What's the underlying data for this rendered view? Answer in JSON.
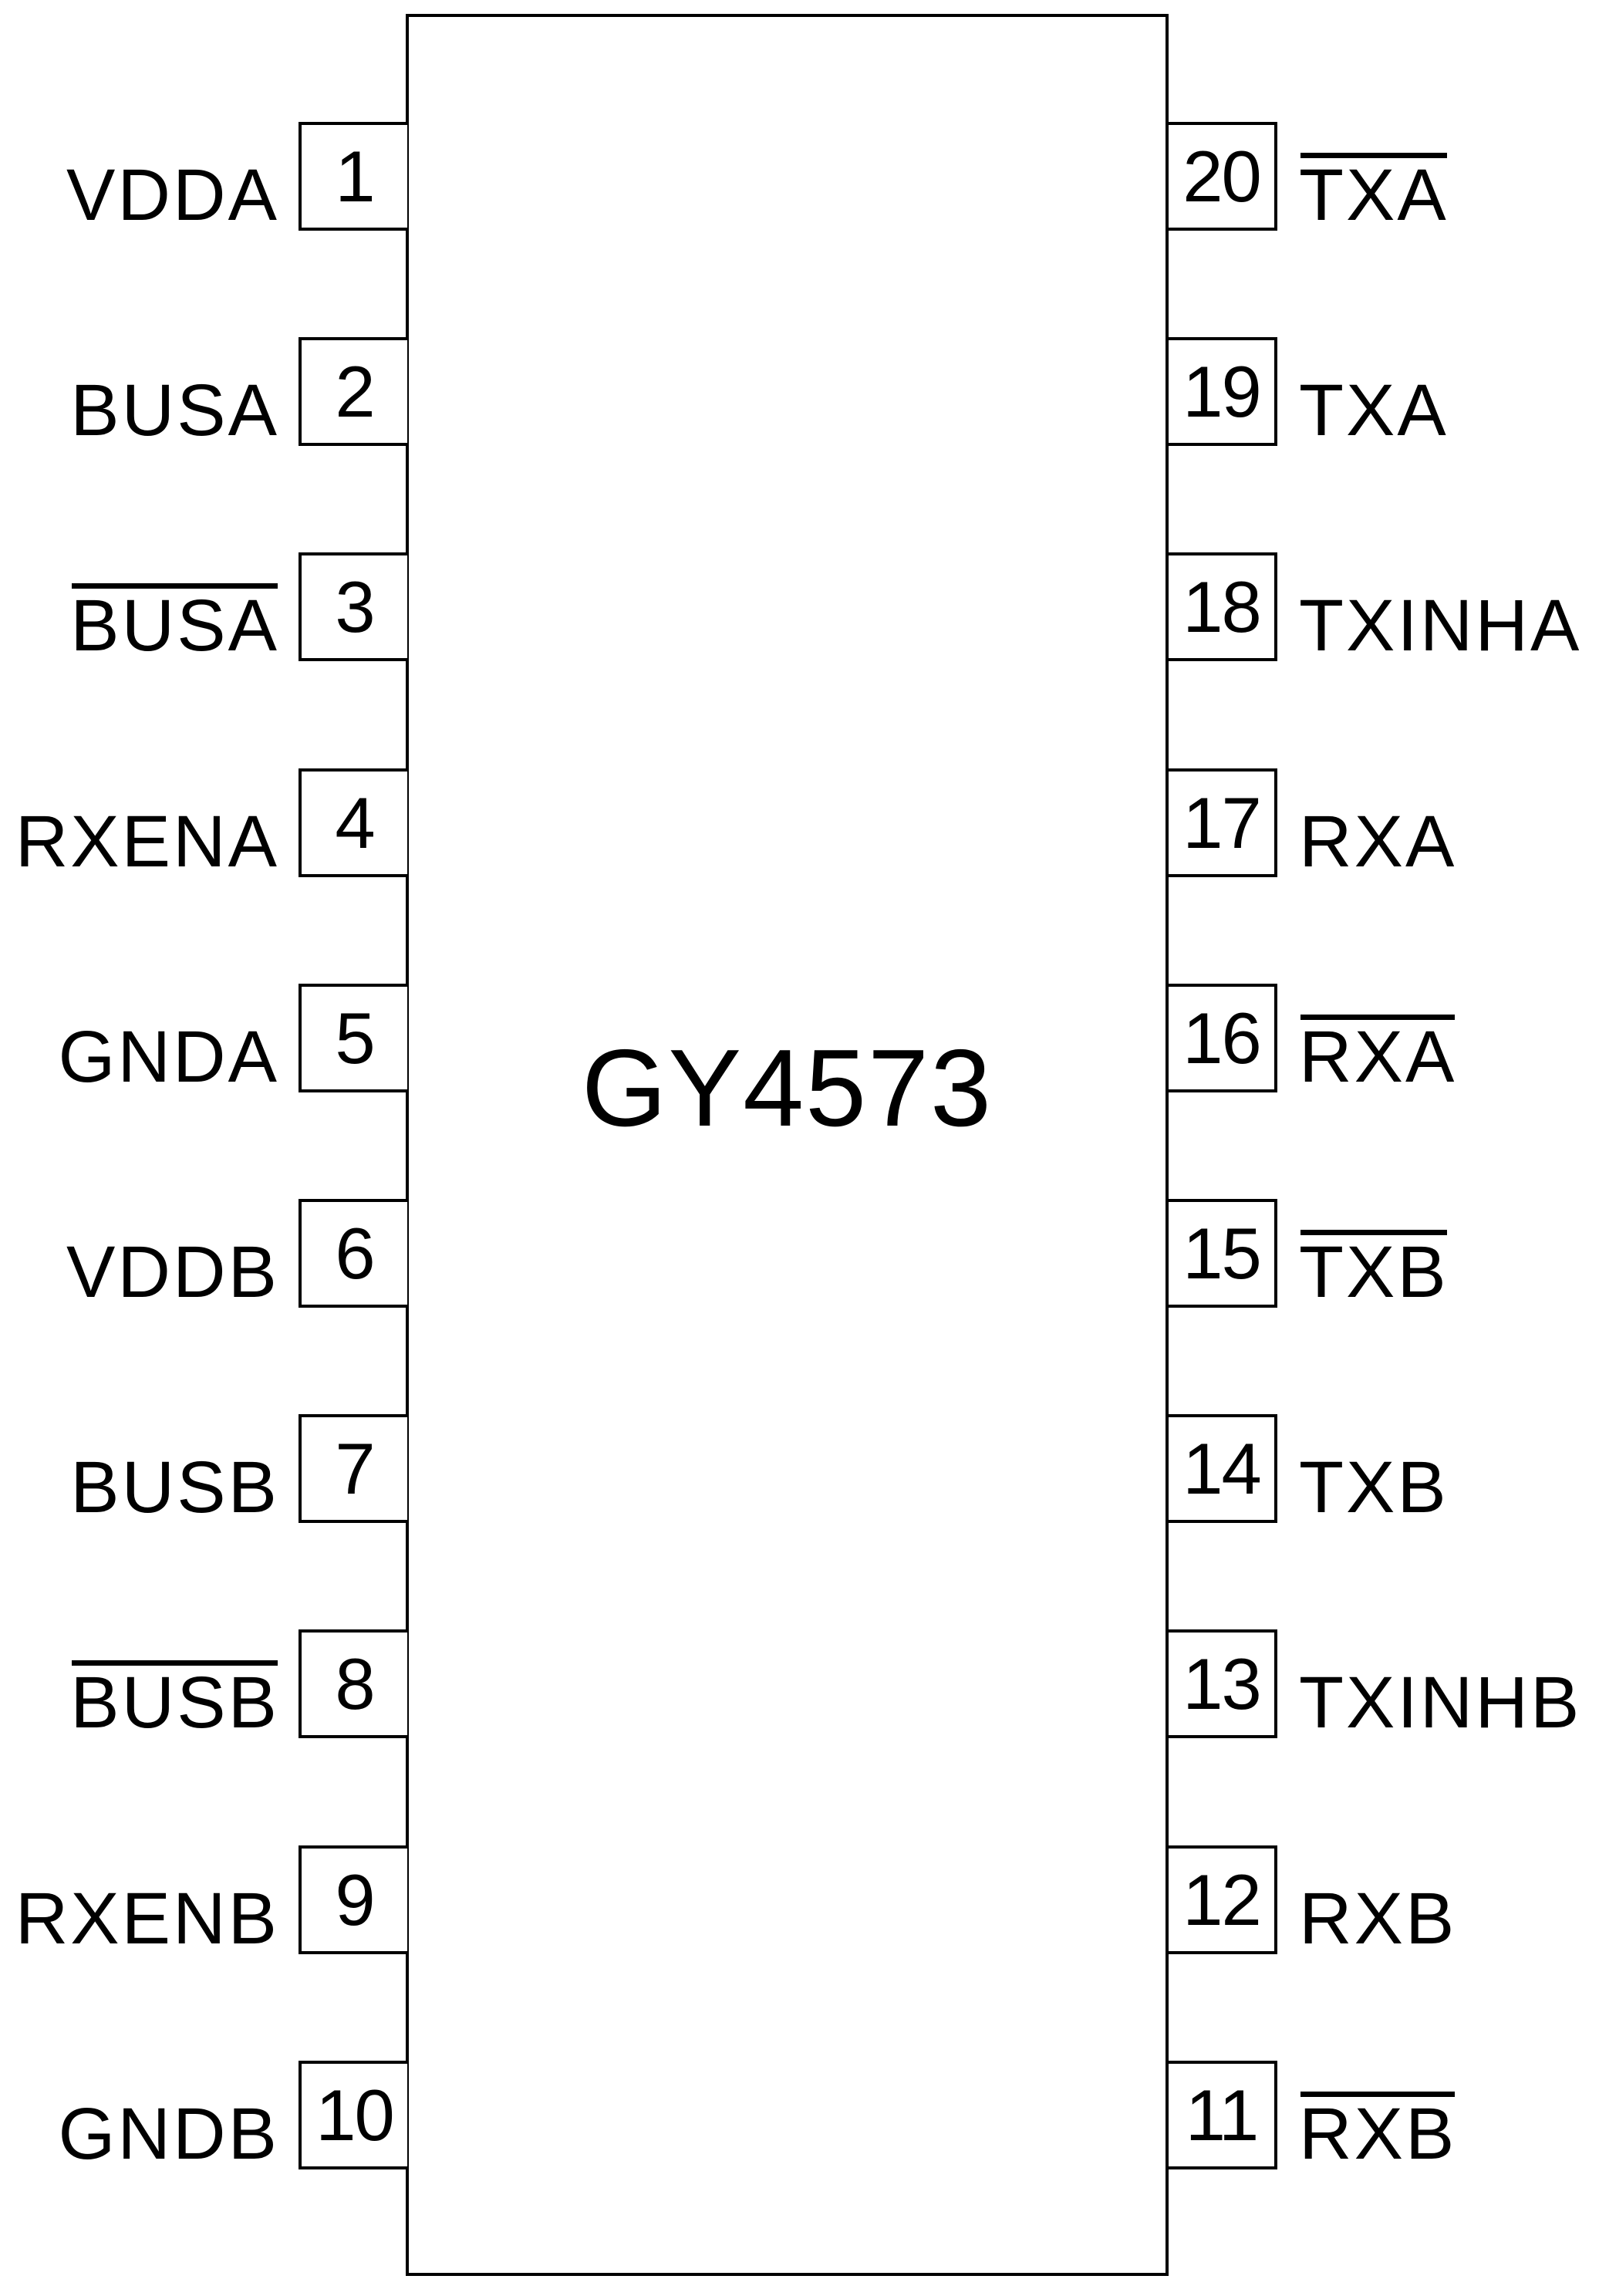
{
  "chip": {
    "name": "GY4573"
  },
  "colors": {
    "line": "#000000",
    "background": "#ffffff"
  },
  "pins": {
    "left": [
      {
        "number": "1",
        "name": "VDDA",
        "overbar": false
      },
      {
        "number": "2",
        "name": "BUSA",
        "overbar": false
      },
      {
        "number": "3",
        "name": "BUSA",
        "overbar": true
      },
      {
        "number": "4",
        "name": "RXENA",
        "overbar": false
      },
      {
        "number": "5",
        "name": "GNDA",
        "overbar": false
      },
      {
        "number": "6",
        "name": "VDDB",
        "overbar": false
      },
      {
        "number": "7",
        "name": "BUSB",
        "overbar": false
      },
      {
        "number": "8",
        "name": "BUSB",
        "overbar": true
      },
      {
        "number": "9",
        "name": "RXENB",
        "overbar": false
      },
      {
        "number": "10",
        "name": "GNDB",
        "overbar": false
      }
    ],
    "right": [
      {
        "number": "20",
        "name": "TXA",
        "overbar": true
      },
      {
        "number": "19",
        "name": "TXA",
        "overbar": false
      },
      {
        "number": "18",
        "name": "TXINHA",
        "overbar": false
      },
      {
        "number": "17",
        "name": "RXA",
        "overbar": false
      },
      {
        "number": "16",
        "name": "RXA",
        "overbar": true
      },
      {
        "number": "15",
        "name": "TXB",
        "overbar": true
      },
      {
        "number": "14",
        "name": "TXB",
        "overbar": false
      },
      {
        "number": "13",
        "name": "TXINHB",
        "overbar": false
      },
      {
        "number": "12",
        "name": "RXB",
        "overbar": false
      },
      {
        "number": "11",
        "name": "RXB",
        "overbar": true
      }
    ]
  }
}
